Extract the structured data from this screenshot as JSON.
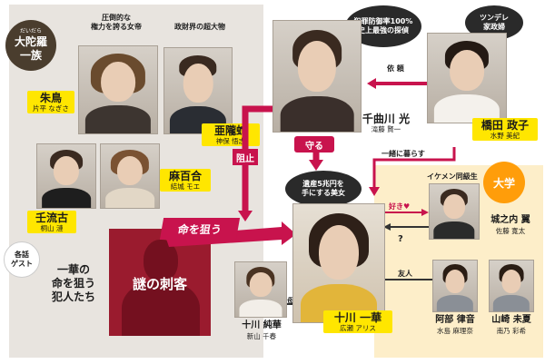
{
  "family": {
    "ruby": "だいだら",
    "line1": "大陀羅",
    "line2": "一族"
  },
  "characters": {
    "akehara": {
      "desc_line1": "圧倒的な",
      "desc_line2": "権力を誇る女帝",
      "name": "朱鳥",
      "actor": "片平 なぎさ"
    },
    "jaguchi": {
      "desc": "政財界の超大物",
      "name": "亜隴蛇",
      "actor": "神保 悟志"
    },
    "mizuru": {
      "name": "壬流古",
      "actor": "桐山 漣"
    },
    "yuri": {
      "name": "麻百合",
      "actor": "結城 モエ"
    },
    "hikaru": {
      "name": "千曲川 光",
      "actor": "滝藤 賢一"
    },
    "masako": {
      "name": "橋田 政子",
      "actor": "水野 美紀"
    },
    "ichika": {
      "name": "十川 一華",
      "actor": "広瀬 アリス"
    },
    "junka": {
      "name": "十川 純華",
      "actor": "新山 千春"
    },
    "tsubasa": {
      "name": "城之内 翼",
      "actor": "佐藤 寛太"
    },
    "ritsuka": {
      "name": "阿部 律音",
      "actor": "水島 麻理奈"
    },
    "mami": {
      "name": "山崎 未夏",
      "actor": "南乃 彩希"
    }
  },
  "guest": {
    "badge_line1": "各話",
    "badge_line2": "ゲスト",
    "text_line1": "一華の",
    "text_line2": "命を狙う",
    "text_line3": "犯人たち"
  },
  "assassin": {
    "label": "謎の刺客"
  },
  "bubbles": {
    "hikaru": {
      "line1": "犯罪防御率100%",
      "line2": "史上最強の探偵"
    },
    "masako": {
      "line1": "ツンデレ",
      "line2": "家政婦"
    },
    "ichika": {
      "line1": "遺産5兆円を",
      "line2": "手にする美女"
    }
  },
  "tsubasa_desc": "イケメン同級生",
  "university": "大学",
  "relations": {
    "irai": "依 頼",
    "mamoru": "守る",
    "soshi": "阻止",
    "inochi": "命を狙う",
    "kurashi": "一緒に暮らす",
    "suki": "好き",
    "question": "?",
    "tomo": "友人",
    "haha": "母"
  }
}
